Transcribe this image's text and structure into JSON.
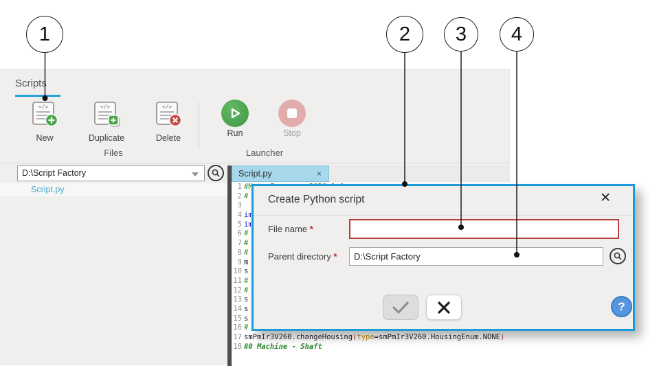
{
  "callouts": {
    "c1": "1",
    "c2": "2",
    "c3": "3",
    "c4": "4"
  },
  "ribbon": {
    "tab_scripts": "Scripts"
  },
  "toolbar": {
    "new_label": "New",
    "duplicate_label": "Duplicate",
    "delete_label": "Delete",
    "run_label": "Run",
    "stop_label": "Stop",
    "files_group_label": "Files",
    "launcher_group_label": "Launcher"
  },
  "file_panel": {
    "path_value": "D:\\Script Factory",
    "file_item": "Script.py"
  },
  "editor": {
    "tab_label": "Script.py",
    "tab_close_glyph": "×",
    "lines": [
      {
        "n": "1",
        "segs": [
          {
            "t": "#MotorFactory  2026.0.0",
            "c": "com"
          }
        ]
      },
      {
        "n": "2",
        "segs": [
          {
            "t": "#",
            "c": "com"
          }
        ]
      },
      {
        "n": "3",
        "segs": []
      },
      {
        "n": "4",
        "segs": [
          {
            "t": "import",
            "c": "kw"
          }
        ]
      },
      {
        "n": "5",
        "segs": [
          {
            "t": "import",
            "c": "kw"
          }
        ]
      },
      {
        "n": "6",
        "segs": [
          {
            "t": "#",
            "c": "com"
          }
        ]
      },
      {
        "n": "7",
        "segs": [
          {
            "t": "#",
            "c": "com"
          }
        ]
      },
      {
        "n": "8",
        "segs": [
          {
            "t": "#",
            "c": "com"
          }
        ]
      },
      {
        "n": "9",
        "segs": [
          {
            "t": "m",
            "c": "pl"
          }
        ]
      },
      {
        "n": "10",
        "segs": [
          {
            "t": "s",
            "c": "pl"
          }
        ]
      },
      {
        "n": "11",
        "segs": [
          {
            "t": "#",
            "c": "com"
          }
        ]
      },
      {
        "n": "12",
        "segs": [
          {
            "t": "#",
            "c": "com"
          }
        ]
      },
      {
        "n": "13",
        "segs": [
          {
            "t": "s",
            "c": "pl"
          }
        ]
      },
      {
        "n": "14",
        "segs": [
          {
            "t": "s",
            "c": "pl"
          }
        ]
      },
      {
        "n": "15",
        "segs": [
          {
            "t": "s",
            "c": "pl"
          }
        ]
      },
      {
        "n": "16",
        "segs": [
          {
            "t": "#",
            "c": "com"
          }
        ]
      },
      {
        "n": "17",
        "segs": [
          {
            "t": "smPmIr3V260.changeHousing",
            "c": "pl"
          },
          {
            "t": "(",
            "c": "paren"
          },
          {
            "t": "type",
            "c": "kwarg"
          },
          {
            "t": "=",
            "c": "pl"
          },
          {
            "t": "smPmIr3V260.HousingEnum.NONE",
            "c": "pl"
          },
          {
            "t": ")",
            "c": "paren"
          }
        ]
      },
      {
        "n": "18",
        "segs": [
          {
            "t": "## Machine - Shaft",
            "c": "comi"
          }
        ]
      }
    ]
  },
  "dialog": {
    "title": "Create Python script",
    "close_glyph": "✕",
    "file_name_label": "File name",
    "parent_dir_label": "Parent directory",
    "required_mark": "*",
    "file_name_value": "",
    "parent_dir_value": "D:\\Script Factory"
  },
  "icons": {
    "script_glyph": "</>",
    "help_glyph": "?"
  },
  "colors": {
    "accent_blue": "#29a3dc",
    "dialog_border": "#1b9cd8",
    "run_green": "#3f9743",
    "stop_pink": "#e3acac",
    "error_red": "#b5413d",
    "file_link_blue": "#41aacb"
  }
}
